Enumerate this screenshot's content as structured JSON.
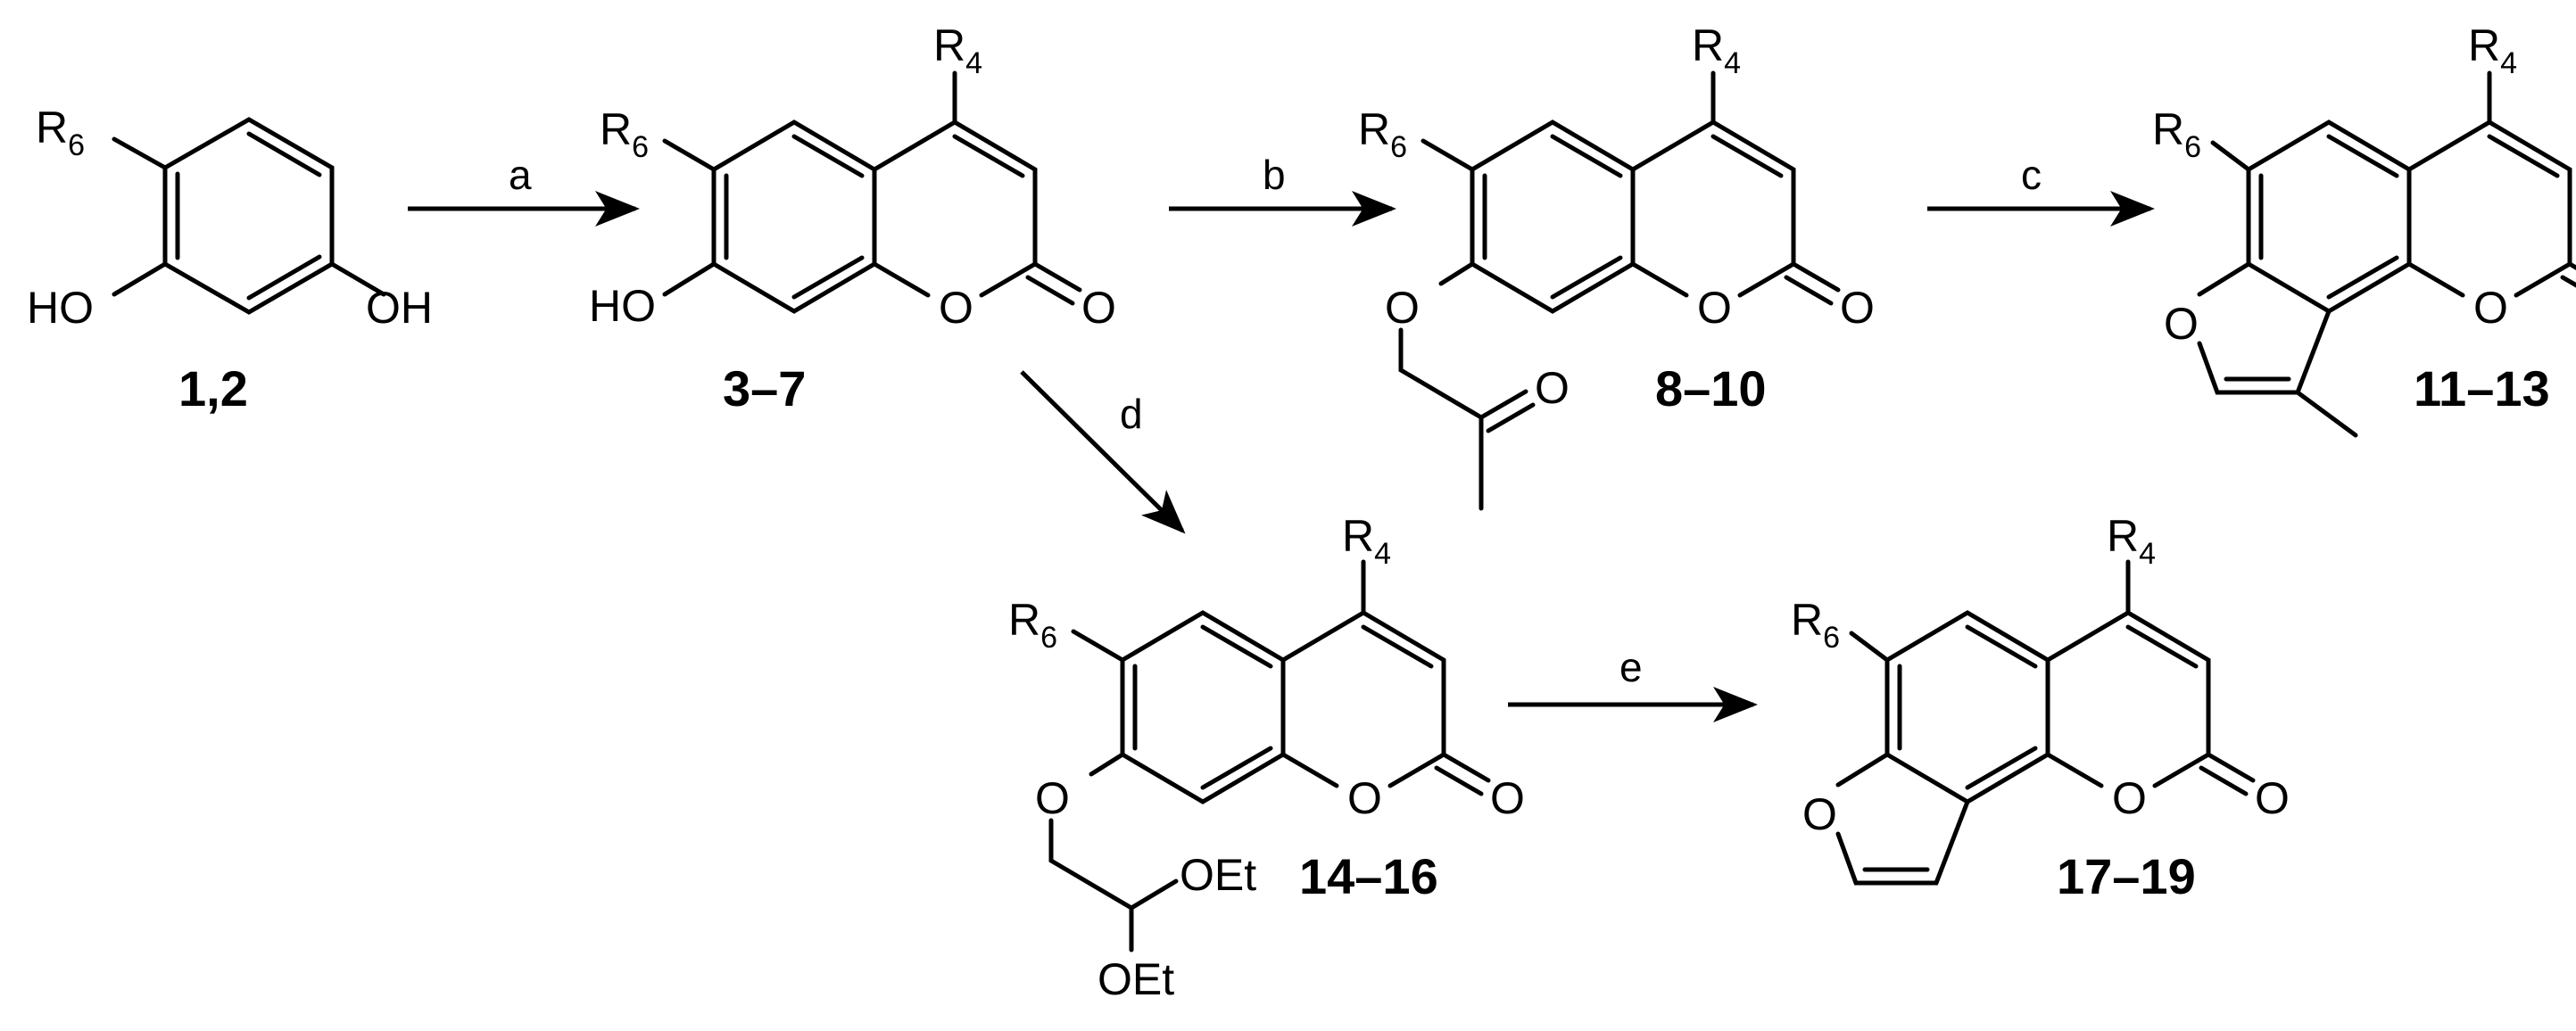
{
  "arrows": [
    {
      "id": "a",
      "label": "a"
    },
    {
      "id": "b",
      "label": "b"
    },
    {
      "id": "c",
      "label": "c"
    },
    {
      "id": "d",
      "label": "d"
    },
    {
      "id": "e",
      "label": "e"
    }
  ],
  "compounds": {
    "c1": {
      "number": "1,2"
    },
    "c2": {
      "number": "3–7"
    },
    "c3": {
      "number": "8–10"
    },
    "c4": {
      "number": "11–13"
    },
    "c5": {
      "number": "14–16"
    },
    "c6": {
      "number": "17–19"
    }
  },
  "atoms": {
    "R": "R",
    "six": "6",
    "four": "4",
    "HO": "HO",
    "OH": "OH",
    "O": "O",
    "OEt": "OEt"
  }
}
